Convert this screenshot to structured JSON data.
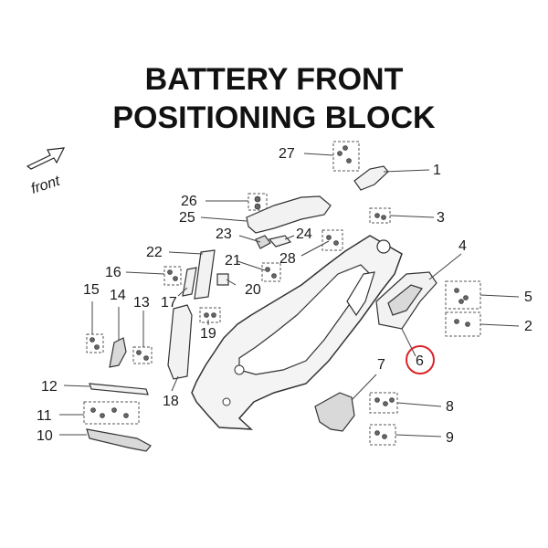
{
  "title": {
    "line1": "BATTERY FRONT",
    "line2": "POSITIONING BLOCK"
  },
  "direction_label": "front",
  "highlight": {
    "part_number": "6",
    "color": "#d9252a"
  },
  "callouts": {
    "c1": "1",
    "c2": "2",
    "c3": "3",
    "c4": "4",
    "c5": "5",
    "c6": "6",
    "c7": "7",
    "c8": "8",
    "c9": "9",
    "c10": "10",
    "c11": "11",
    "c12": "12",
    "c13": "13",
    "c14": "14",
    "c15": "15",
    "c16": "16",
    "c17": "17",
    "c18": "18",
    "c19": "19",
    "c20": "20",
    "c21": "21",
    "c22": "22",
    "c23": "23",
    "c24": "24",
    "c25": "25",
    "c26": "26",
    "c27": "27",
    "c28": "28"
  }
}
